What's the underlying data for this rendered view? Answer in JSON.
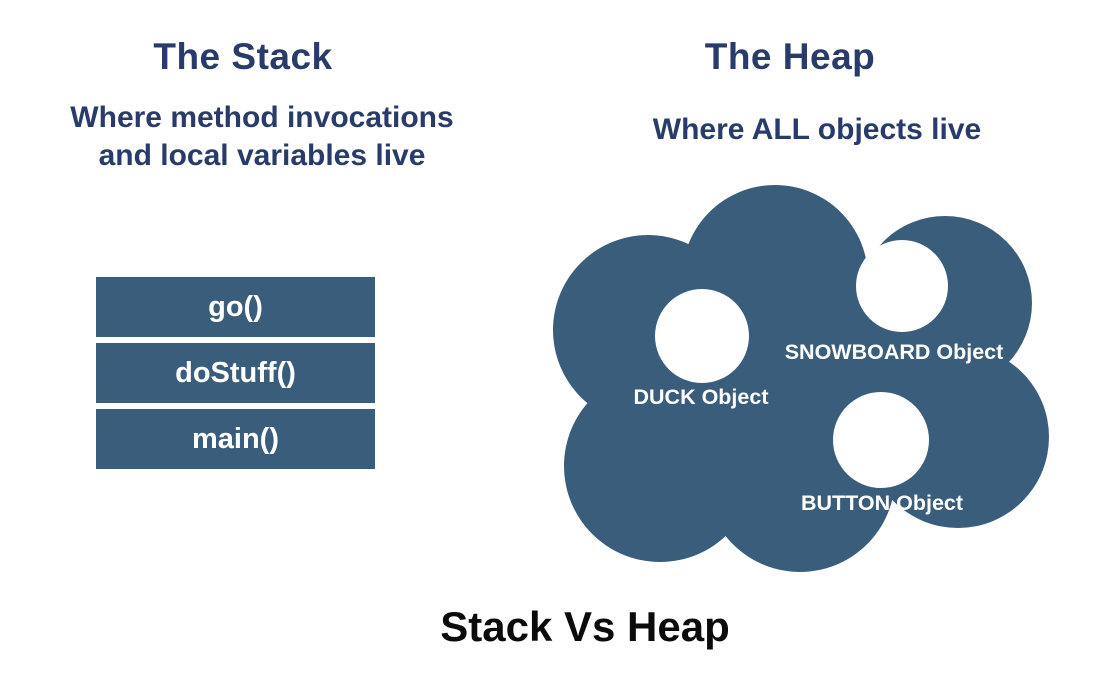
{
  "colors": {
    "cloud_fill": "#3a5d7b",
    "frame_fill": "#3a5d7b",
    "hole_fill": "#ffffff",
    "heading_text": "#283b6b",
    "frame_text": "#ffffff",
    "caption_text": "#0b0b0b",
    "background": "#ffffff"
  },
  "stack_section": {
    "title": "The Stack",
    "subtitle_line1": "Where method invocations",
    "subtitle_line2": "and local variables live",
    "frames": [
      {
        "label": "go()"
      },
      {
        "label": "doStuff()"
      },
      {
        "label": "main()"
      }
    ]
  },
  "heap_section": {
    "title": "The Heap",
    "subtitle": "Where ALL objects live",
    "objects": [
      {
        "label": "DUCK Object"
      },
      {
        "label": "SNOWBOARD Object"
      },
      {
        "label": "BUTTON Object"
      }
    ]
  },
  "caption": "Stack Vs Heap"
}
